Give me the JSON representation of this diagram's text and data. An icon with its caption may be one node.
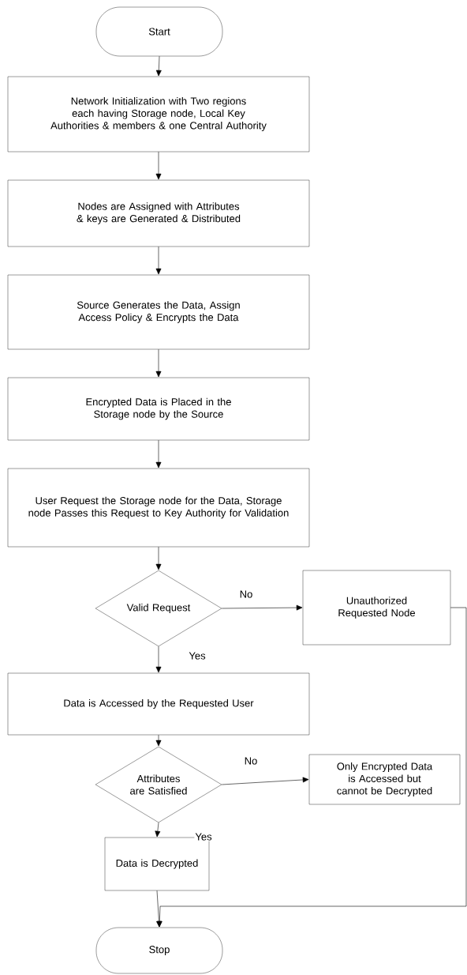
{
  "diagram": {
    "nodes": [
      {
        "text": [
          "Start"
        ]
      },
      {
        "text": [
          "Network Initialization with Two regions each having Storage node, Local Key Authorities & members & one Central Authority"
        ]
      },
      {
        "text": [
          "Nodes are Assigned with Attributes & keys are Generated & Distributed"
        ]
      },
      {
        "text": [
          "Source Generates the Data, Assign Access Policy & Encrypts the Data"
        ]
      },
      {
        "text": [
          "Encrypted Data is Placed in the Storage node by the Source"
        ]
      },
      {
        "text": [
          "User Request the Storage node for the Data, Storage node Passes this Request to Key Authority for Validation"
        ]
      },
      {
        "text": [
          "Valid Request"
        ]
      },
      {
        "text": [
          "Unauthorized Requested Node"
        ]
      },
      {
        "text": [
          "Data is Accessed by the Requested User"
        ]
      },
      {
        "text": [
          "Attributes are Satisfied"
        ]
      },
      {
        "text": [
          "Only Encrypted Data is Accessed but cannot be Decrypted"
        ]
      },
      {
        "text": [
          "Data is Decrypted"
        ]
      },
      {
        "text": [
          "Stop"
        ]
      }
    ],
    "edges": [
      {
        "from": 0,
        "to": 1,
        "arrow": "to"
      },
      {
        "from": 1,
        "to": 2,
        "arrow": "to"
      },
      {
        "from": 2,
        "to": 3,
        "arrow": "to"
      },
      {
        "from": 3,
        "to": 4,
        "arrow": "to"
      },
      {
        "from": 4,
        "to": 5,
        "arrow": "to"
      },
      {
        "from": 5,
        "to": 6,
        "arrow": "to"
      },
      {
        "from": 6,
        "to": 7,
        "arrow": "to",
        "label": "No"
      },
      {
        "from": 6,
        "to": 8,
        "arrow": "to",
        "label": "Yes"
      },
      {
        "from": 8,
        "to": 9,
        "arrow": "to"
      },
      {
        "from": 9,
        "to": 10,
        "arrow": "to",
        "label": "No"
      },
      {
        "from": 9,
        "to": 11,
        "arrow": "to",
        "label": "Yes"
      },
      {
        "from": 11,
        "to": 12,
        "arrow": "to"
      },
      {
        "from": 7,
        "to": 12,
        "arrow": "to"
      }
    ]
  }
}
